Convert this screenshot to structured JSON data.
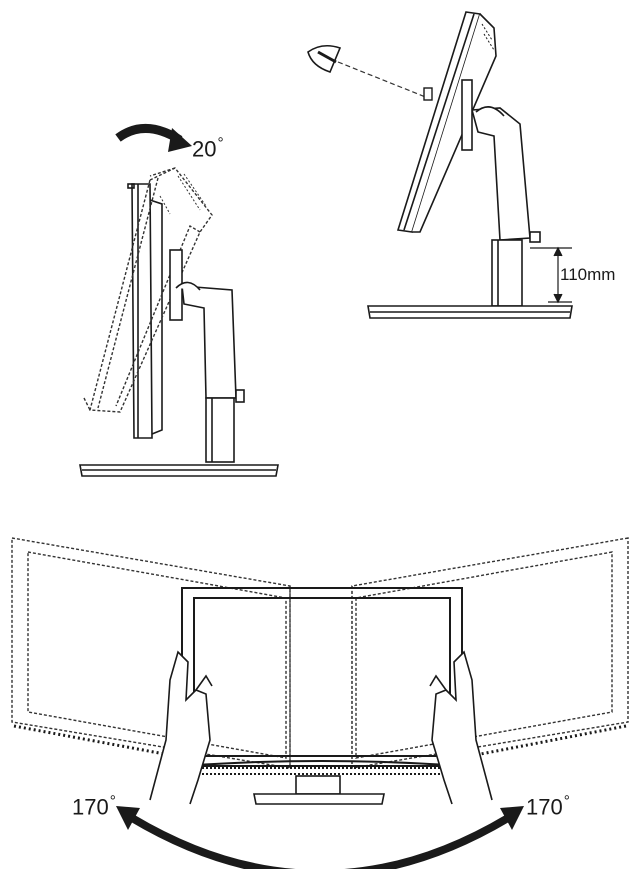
{
  "tilt": {
    "angle": "20"
  },
  "height_adjust": {
    "range": "110mm"
  },
  "swivel": {
    "left_angle": "170",
    "right_angle": "170"
  },
  "colors": {
    "ink": "#1a1a1a",
    "dashed": "#333333",
    "bg": "#ffffff"
  }
}
